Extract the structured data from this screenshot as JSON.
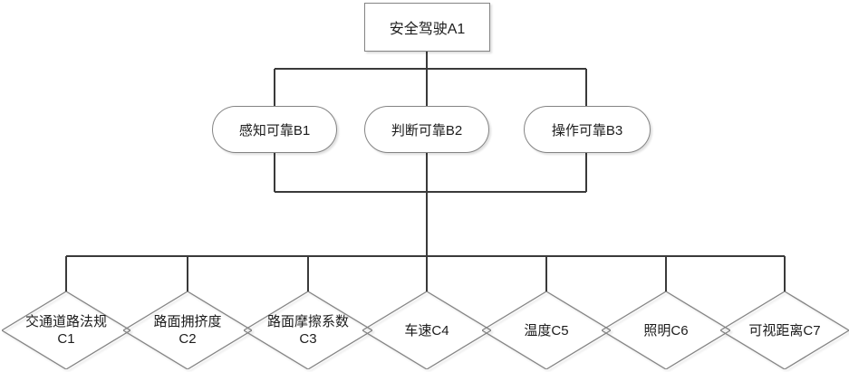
{
  "colors": {
    "connector": "#3a3a3a",
    "shape_border": "#848484",
    "shape_fill": "#ffffff",
    "text": "#1c1c1c"
  },
  "diagram": {
    "goal": {
      "label": "安全驾驶A1"
    },
    "criteria": [
      {
        "label": "感知可靠B1"
      },
      {
        "label": "判断可靠B2"
      },
      {
        "label": "操作可靠B3"
      }
    ],
    "factors": [
      {
        "label": "交通道路法规C1",
        "lines": [
          "交通道路法规",
          "C1"
        ]
      },
      {
        "label": "路面拥挤度C2",
        "lines": [
          "路面拥挤度",
          "C2"
        ]
      },
      {
        "label": "路面摩擦系数C3",
        "lines": [
          "路面摩擦系数",
          "C3"
        ]
      },
      {
        "label": "车速C4",
        "lines": [
          "车速C4"
        ]
      },
      {
        "label": "温度C5",
        "lines": [
          "温度C5"
        ]
      },
      {
        "label": "照明C6",
        "lines": [
          "照明C6"
        ]
      },
      {
        "label": "可视距离C7",
        "lines": [
          "可视距离C7"
        ]
      }
    ]
  }
}
